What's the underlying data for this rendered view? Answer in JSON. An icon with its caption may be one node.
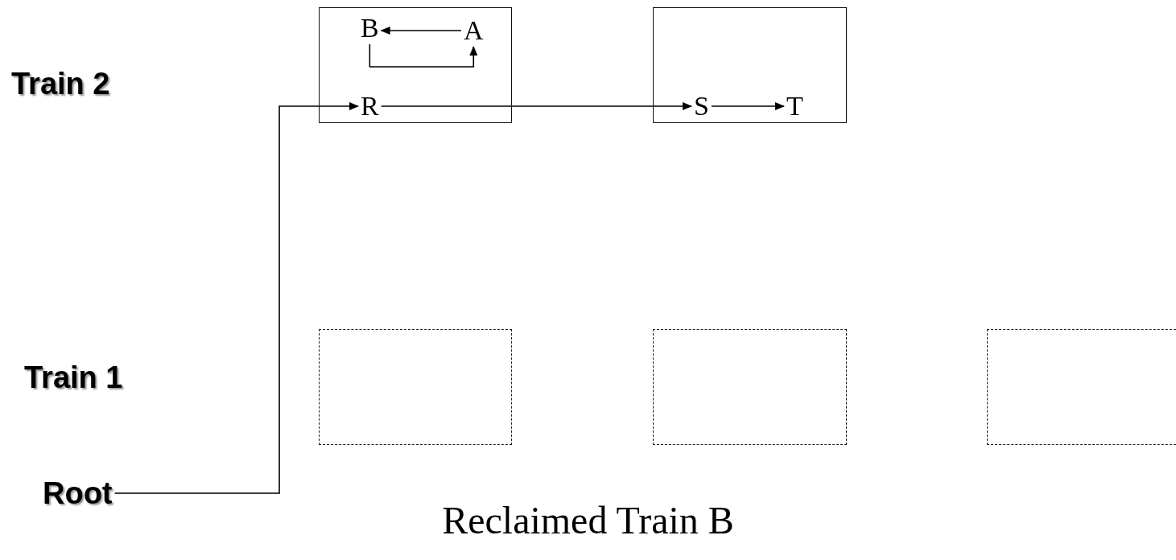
{
  "diagram": {
    "caption": "Reclaimed Train B",
    "nodes": [
      {
        "text": [],
        "shape": "box"
      },
      {
        "text": [
          "B"
        ],
        "in": 0
      },
      {
        "text": [
          "A"
        ],
        "in": 0
      },
      {
        "text": [
          "R"
        ],
        "in": 0
      },
      {
        "text": [],
        "shape": "box"
      },
      {
        "text": [
          "S"
        ],
        "in": 4
      },
      {
        "text": [
          "T"
        ],
        "in": 4
      },
      {
        "text": [
          "Root"
        ]
      },
      {
        "text": [],
        "shape": "box"
      },
      {
        "text": [],
        "shape": "box"
      },
      {
        "text": [],
        "shape": "box"
      }
    ],
    "edges": [
      {
        "from": 2,
        "to": 1,
        "arrow": "to"
      },
      {
        "from": 1,
        "to": 2,
        "arrow": "to"
      },
      {
        "from": 3,
        "to": 5,
        "arrow": "to"
      },
      {
        "from": 5,
        "to": 6,
        "arrow": "to"
      },
      {
        "from": 7,
        "to": 3,
        "arrow": "to"
      }
    ],
    "labels": [
      "Train 2",
      "Train 1"
    ]
  }
}
